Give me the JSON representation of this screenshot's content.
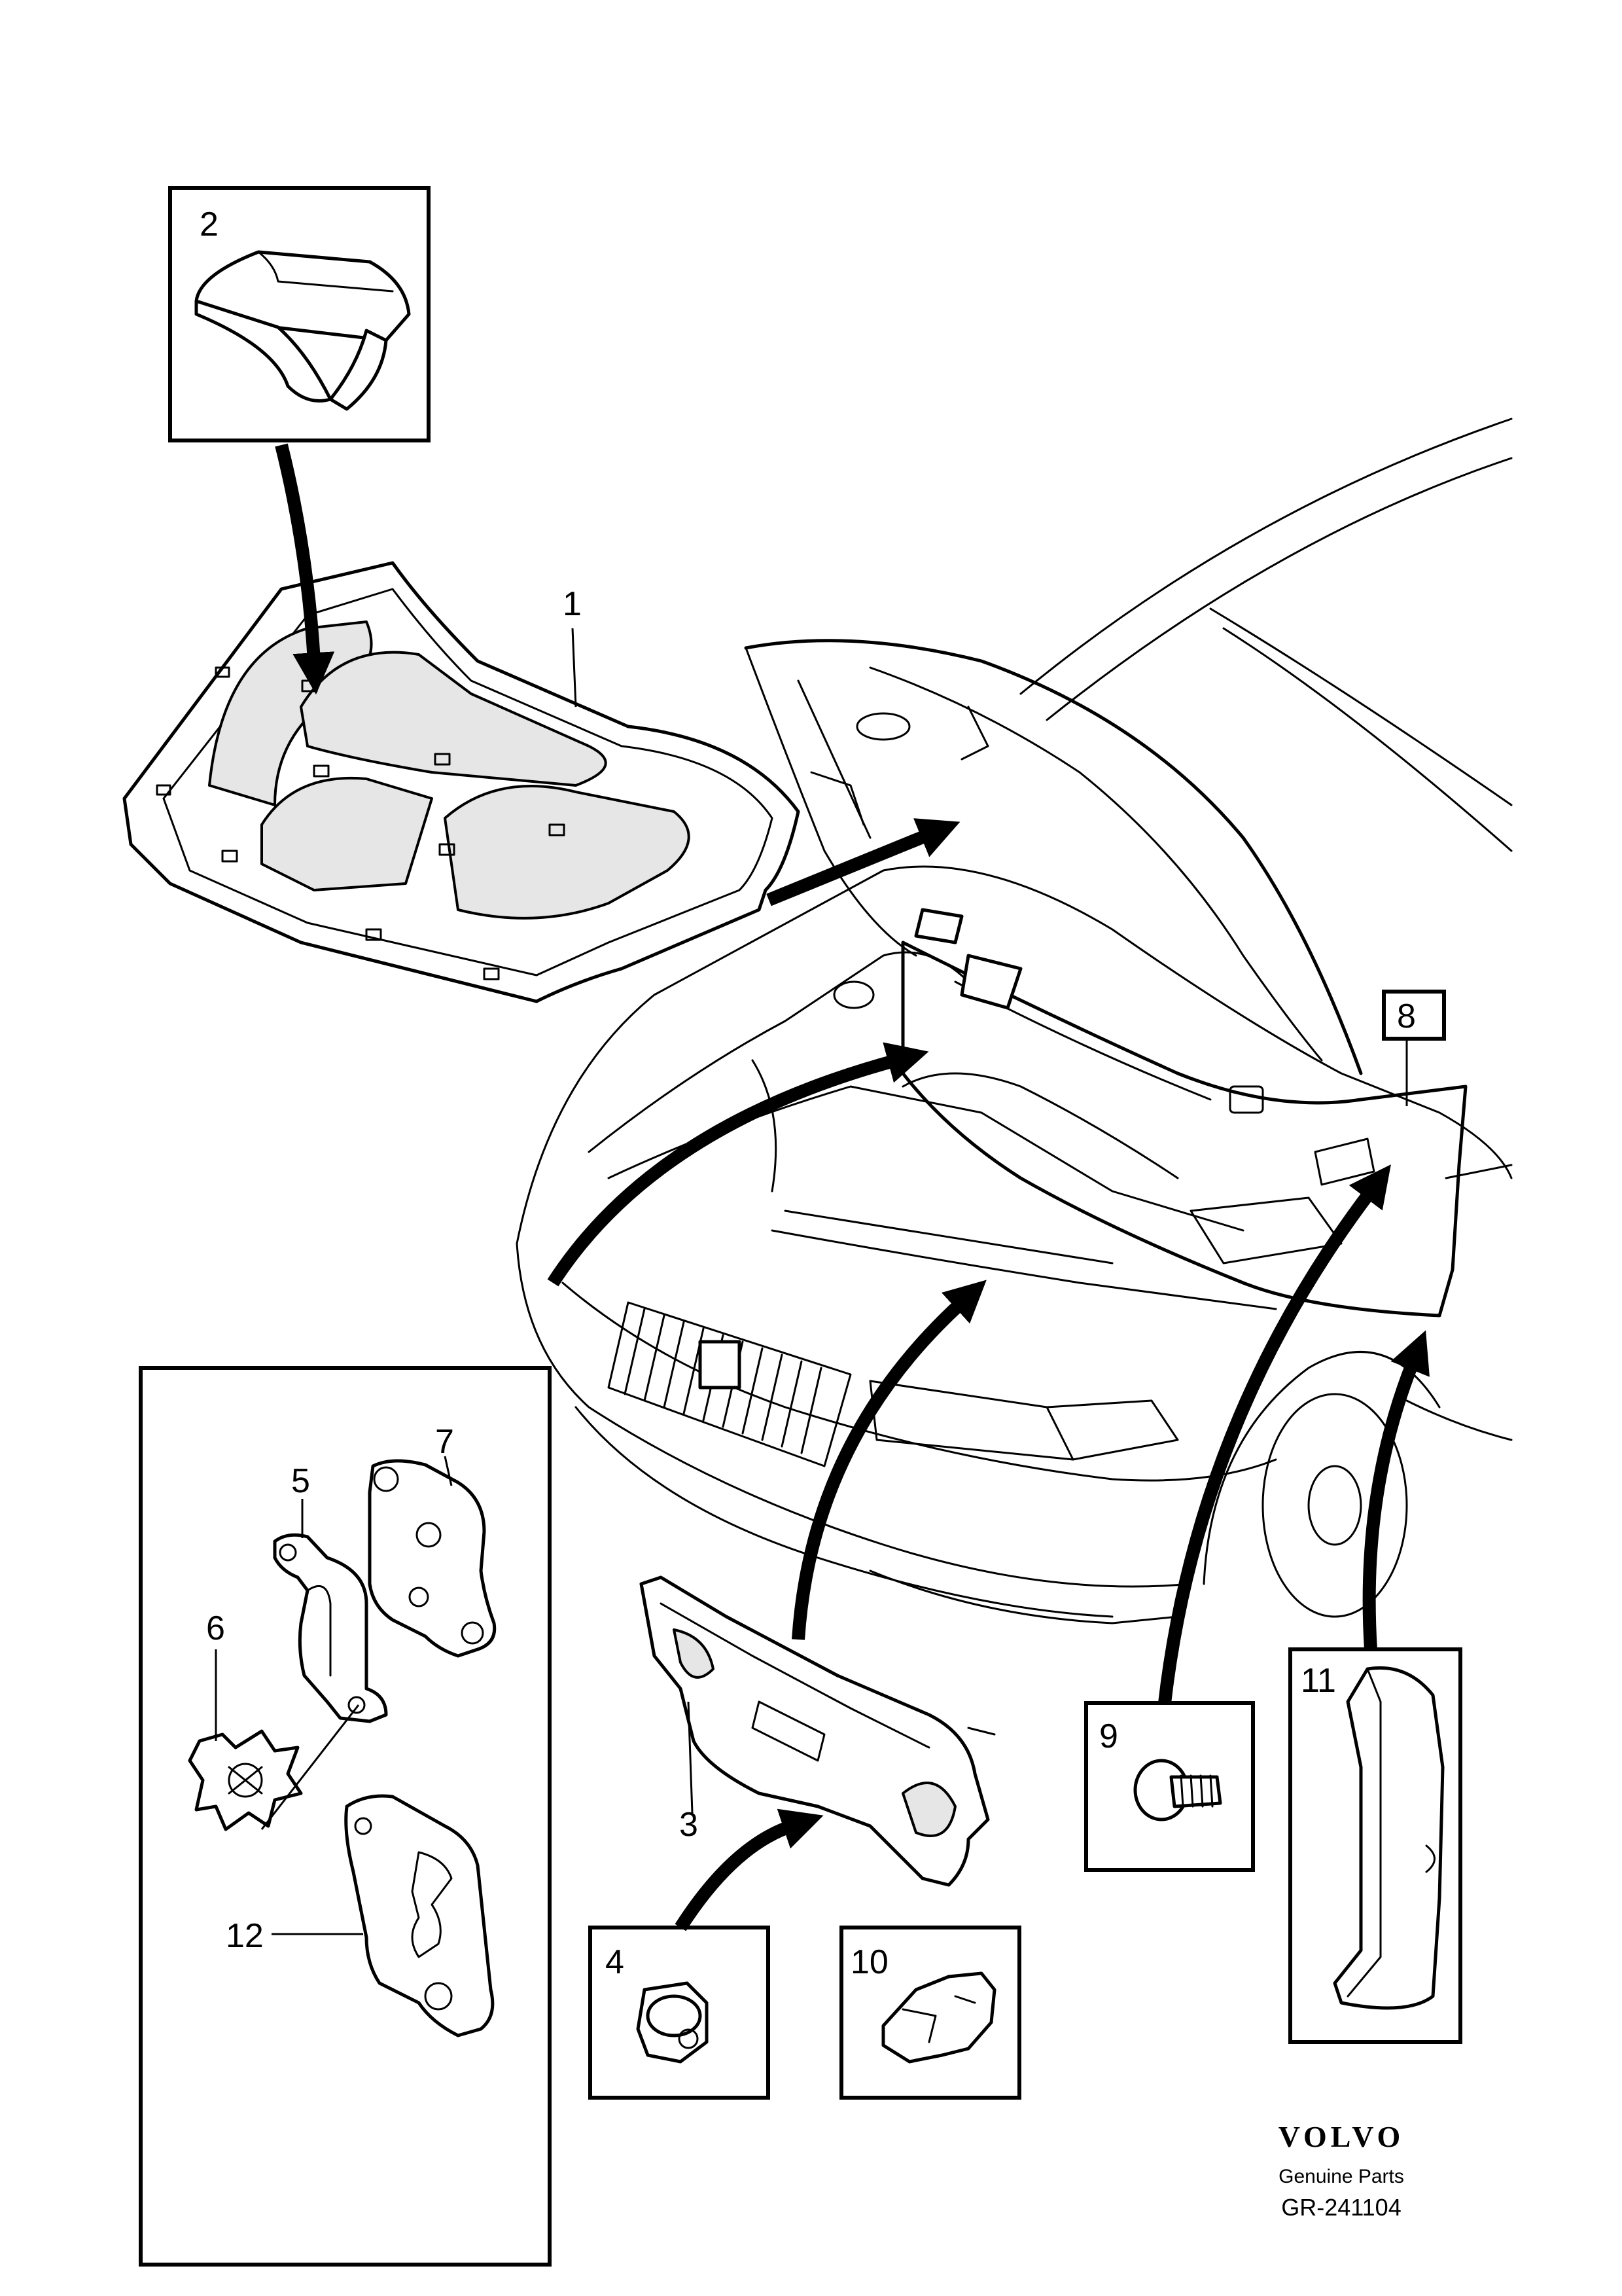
{
  "diagram": {
    "callouts": {
      "c1": "1",
      "c2": "2",
      "c3": "3",
      "c4": "4",
      "c5": "5",
      "c6": "6",
      "c7": "7",
      "c8": "8",
      "c9": "9",
      "c10": "10",
      "c11": "11",
      "c12": "12"
    }
  },
  "footer": {
    "brand": "VOLVO",
    "tagline": "Genuine Parts",
    "code": "GR-241104"
  },
  "icons": [
    "volvo-logo-icon"
  ],
  "colors": {
    "ink": "#000000",
    "paper": "#ffffff",
    "shade": "#e6e6e6"
  }
}
